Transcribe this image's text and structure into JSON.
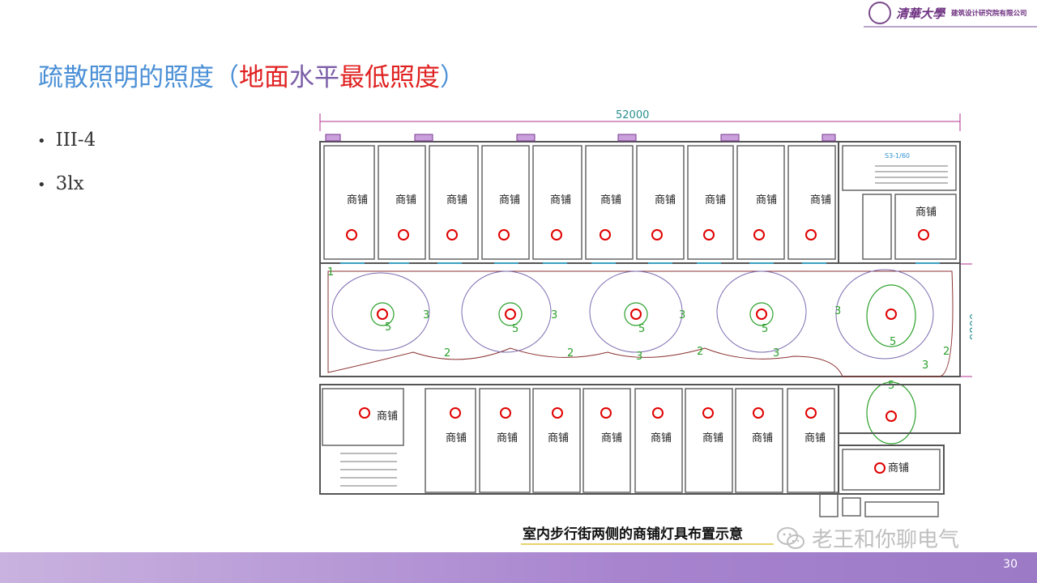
{
  "header": {
    "seal_text": "",
    "university": "清華大學",
    "institute": "建筑设计研究院有限公司"
  },
  "title": {
    "part1": "疏散照明的照度（",
    "part2": "地面",
    "part3": "水平",
    "part4": "最低照度",
    "part5": "）",
    "colors": {
      "blue": "#4a8fd6",
      "red": "#e02020",
      "violet": "#7b5ea8"
    }
  },
  "bullets": [
    "III-4",
    "3lx"
  ],
  "plan": {
    "width_dim": "52000",
    "height_dim": "9800",
    "shop_label": "商铺",
    "stair_label": "S3-1/60",
    "contours": [
      "1",
      "2",
      "3",
      "5"
    ]
  },
  "caption": "室内步行街两侧的商铺灯具布置示意",
  "watermark": "老王和你聊电气",
  "page_number": "30"
}
